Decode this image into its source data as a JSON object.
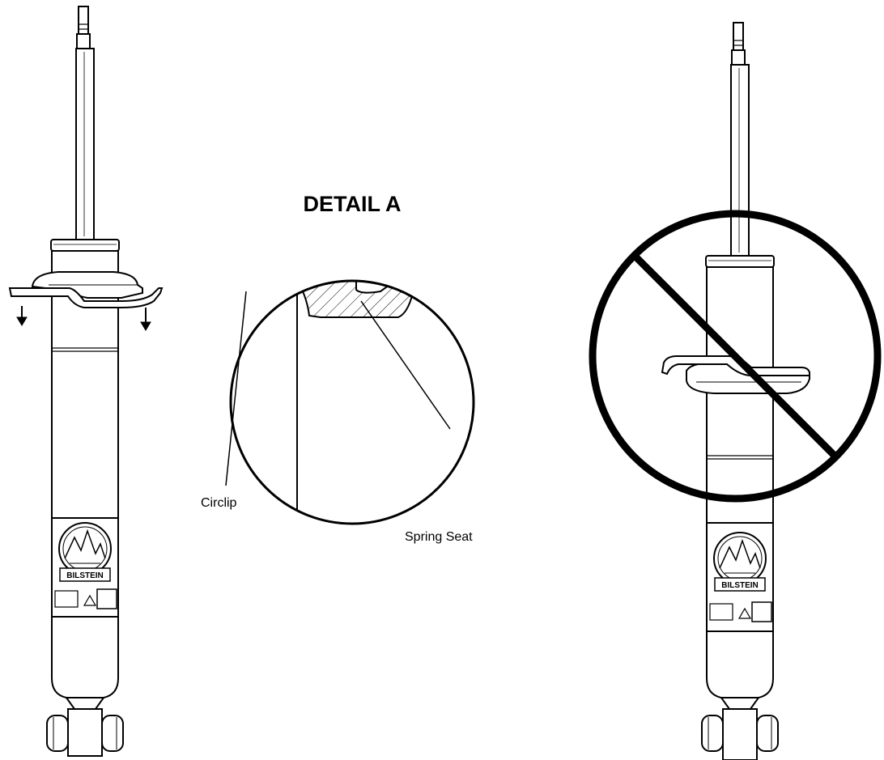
{
  "detail": {
    "title": "DETAIL A",
    "labels": {
      "circlip": "Circlip",
      "spring_seat": "Spring Seat"
    }
  },
  "logo": {
    "brand": "BILSTEIN"
  },
  "colors": {
    "ink": "#000000",
    "background": "#ffffff"
  },
  "icons": {
    "arrow": "arrow-down-icon",
    "prohibited": "prohibited-icon"
  }
}
